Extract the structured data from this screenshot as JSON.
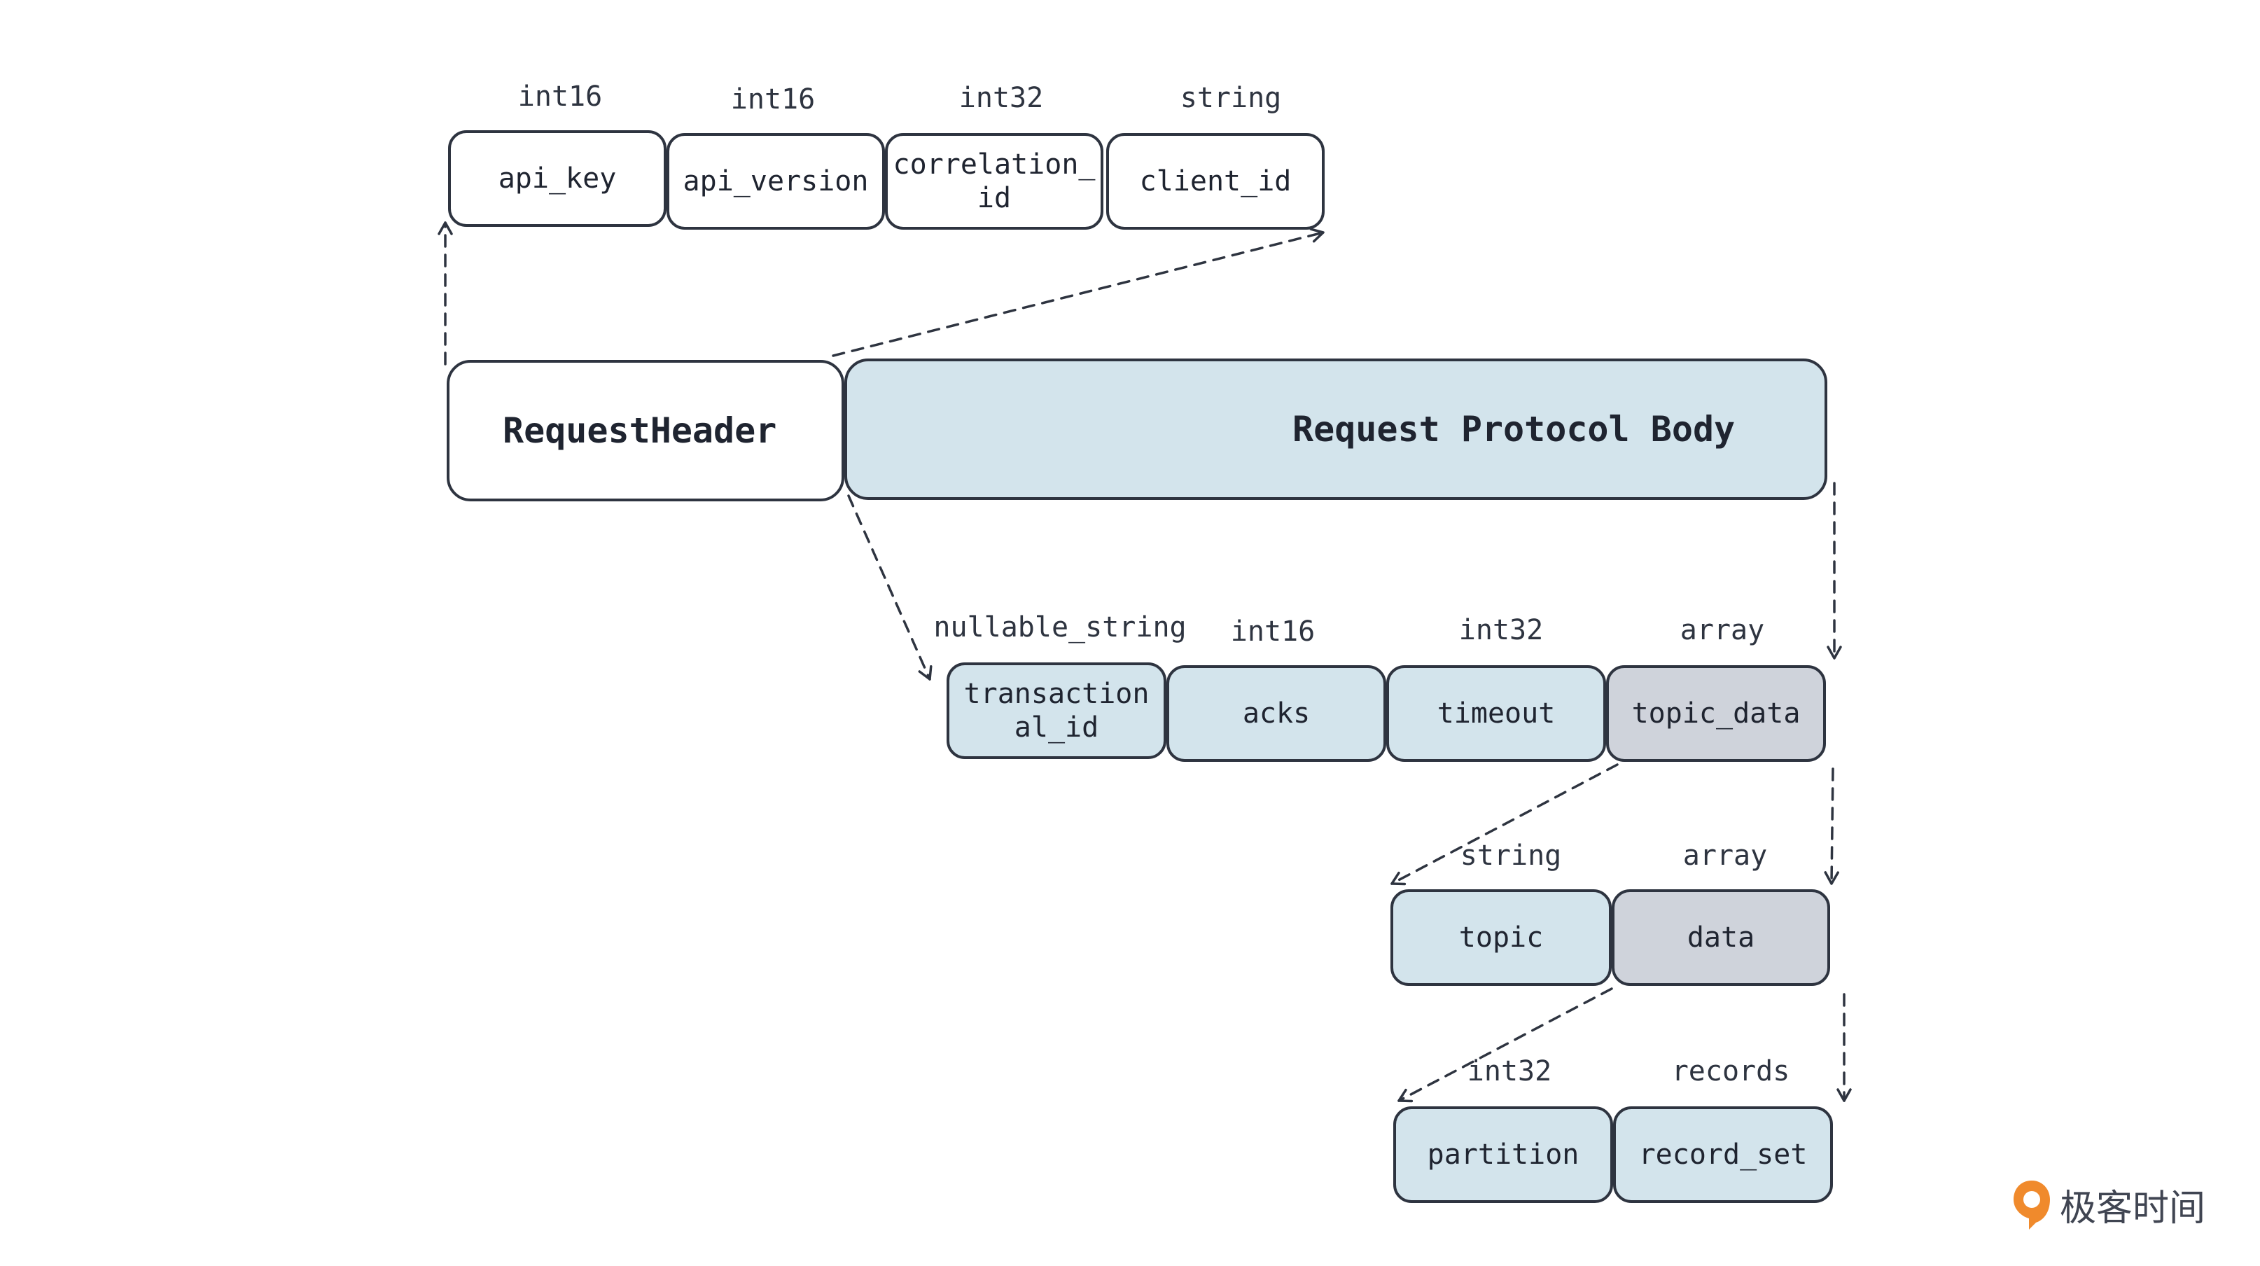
{
  "header": {
    "label": "RequestHeader",
    "fields": [
      {
        "name": "api_key",
        "type": "int16"
      },
      {
        "name": "api_version",
        "type": "int16"
      },
      {
        "name": "correlation_\nid",
        "type": "int32"
      },
      {
        "name": "client_id",
        "type": "string"
      }
    ]
  },
  "body": {
    "label": "Request Protocol Body",
    "fields": [
      {
        "name": "transaction\nal_id",
        "type": "nullable_string"
      },
      {
        "name": "acks",
        "type": "int16"
      },
      {
        "name": "timeout",
        "type": "int32"
      },
      {
        "name": "topic_data",
        "type": "array"
      }
    ]
  },
  "topic_data": {
    "fields": [
      {
        "name": "topic",
        "type": "string"
      },
      {
        "name": "data",
        "type": "array"
      }
    ]
  },
  "data": {
    "fields": [
      {
        "name": "partition",
        "type": "int32"
      },
      {
        "name": "record_set",
        "type": "records"
      }
    ]
  },
  "colors": {
    "outline": "#2e3440",
    "body_fill": "#d3e4ec",
    "array_fill": "#cfd3db",
    "header_fill": "#ffffff",
    "logo_orange": "#f08a2c"
  },
  "logo": {
    "text": "极客时间",
    "icon": "geektime-logo-icon"
  }
}
